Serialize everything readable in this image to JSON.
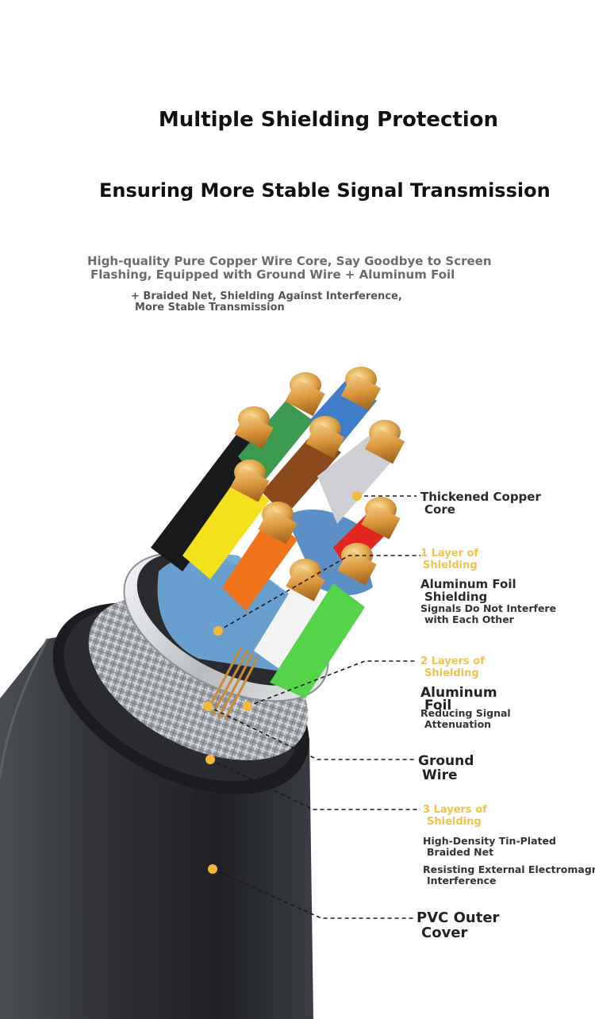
{
  "heading": "Multiple Shielding Protection",
  "subheading": "Ensuring More Stable Signal Transmission",
  "intro": {
    "line1": "High-quality Pure Copper Wire Core, Say Goodbye to Screen",
    "line2": "Flashing, Equipped with Ground Wire + Aluminum Foil",
    "line3": "+ Braided Net, Shielding Against Interference,",
    "line4": "More Stable Transmission"
  },
  "labels": {
    "copper_core": {
      "line1": "Thickened Copper",
      "line2": "Core"
    },
    "layer1": {
      "tag1": "1 Layer of",
      "tag2": "Shielding",
      "title1": "Aluminum Foil",
      "title2": "Shielding",
      "desc1": "Signals Do Not Interfere",
      "desc2": "with Each Other"
    },
    "layer2": {
      "tag1": "2 Layers of",
      "tag2": "Shielding",
      "title1": "Aluminum",
      "title2": "Foil",
      "desc1": "Reducing Signal",
      "desc2": "Attenuation"
    },
    "ground": {
      "line1": "Ground",
      "line2": "Wire"
    },
    "layer3": {
      "tag1": "3 Layers of",
      "tag2": "Shielding",
      "title1": "High-Density Tin-Plated",
      "title2": "Braided Net",
      "desc1": "Resisting External Electromagnet",
      "desc2": "Interference"
    },
    "pvc": {
      "line1": "PVC Outer",
      "line2": "Cover"
    }
  },
  "colors": {
    "callout_dot": "#f5b83a",
    "shielding_tag": "#f2c14e",
    "copper": "#d89a3e",
    "pvc_jacket": "#2c2e33",
    "braid": "#a9acb1",
    "foil": "#d6d8db"
  }
}
